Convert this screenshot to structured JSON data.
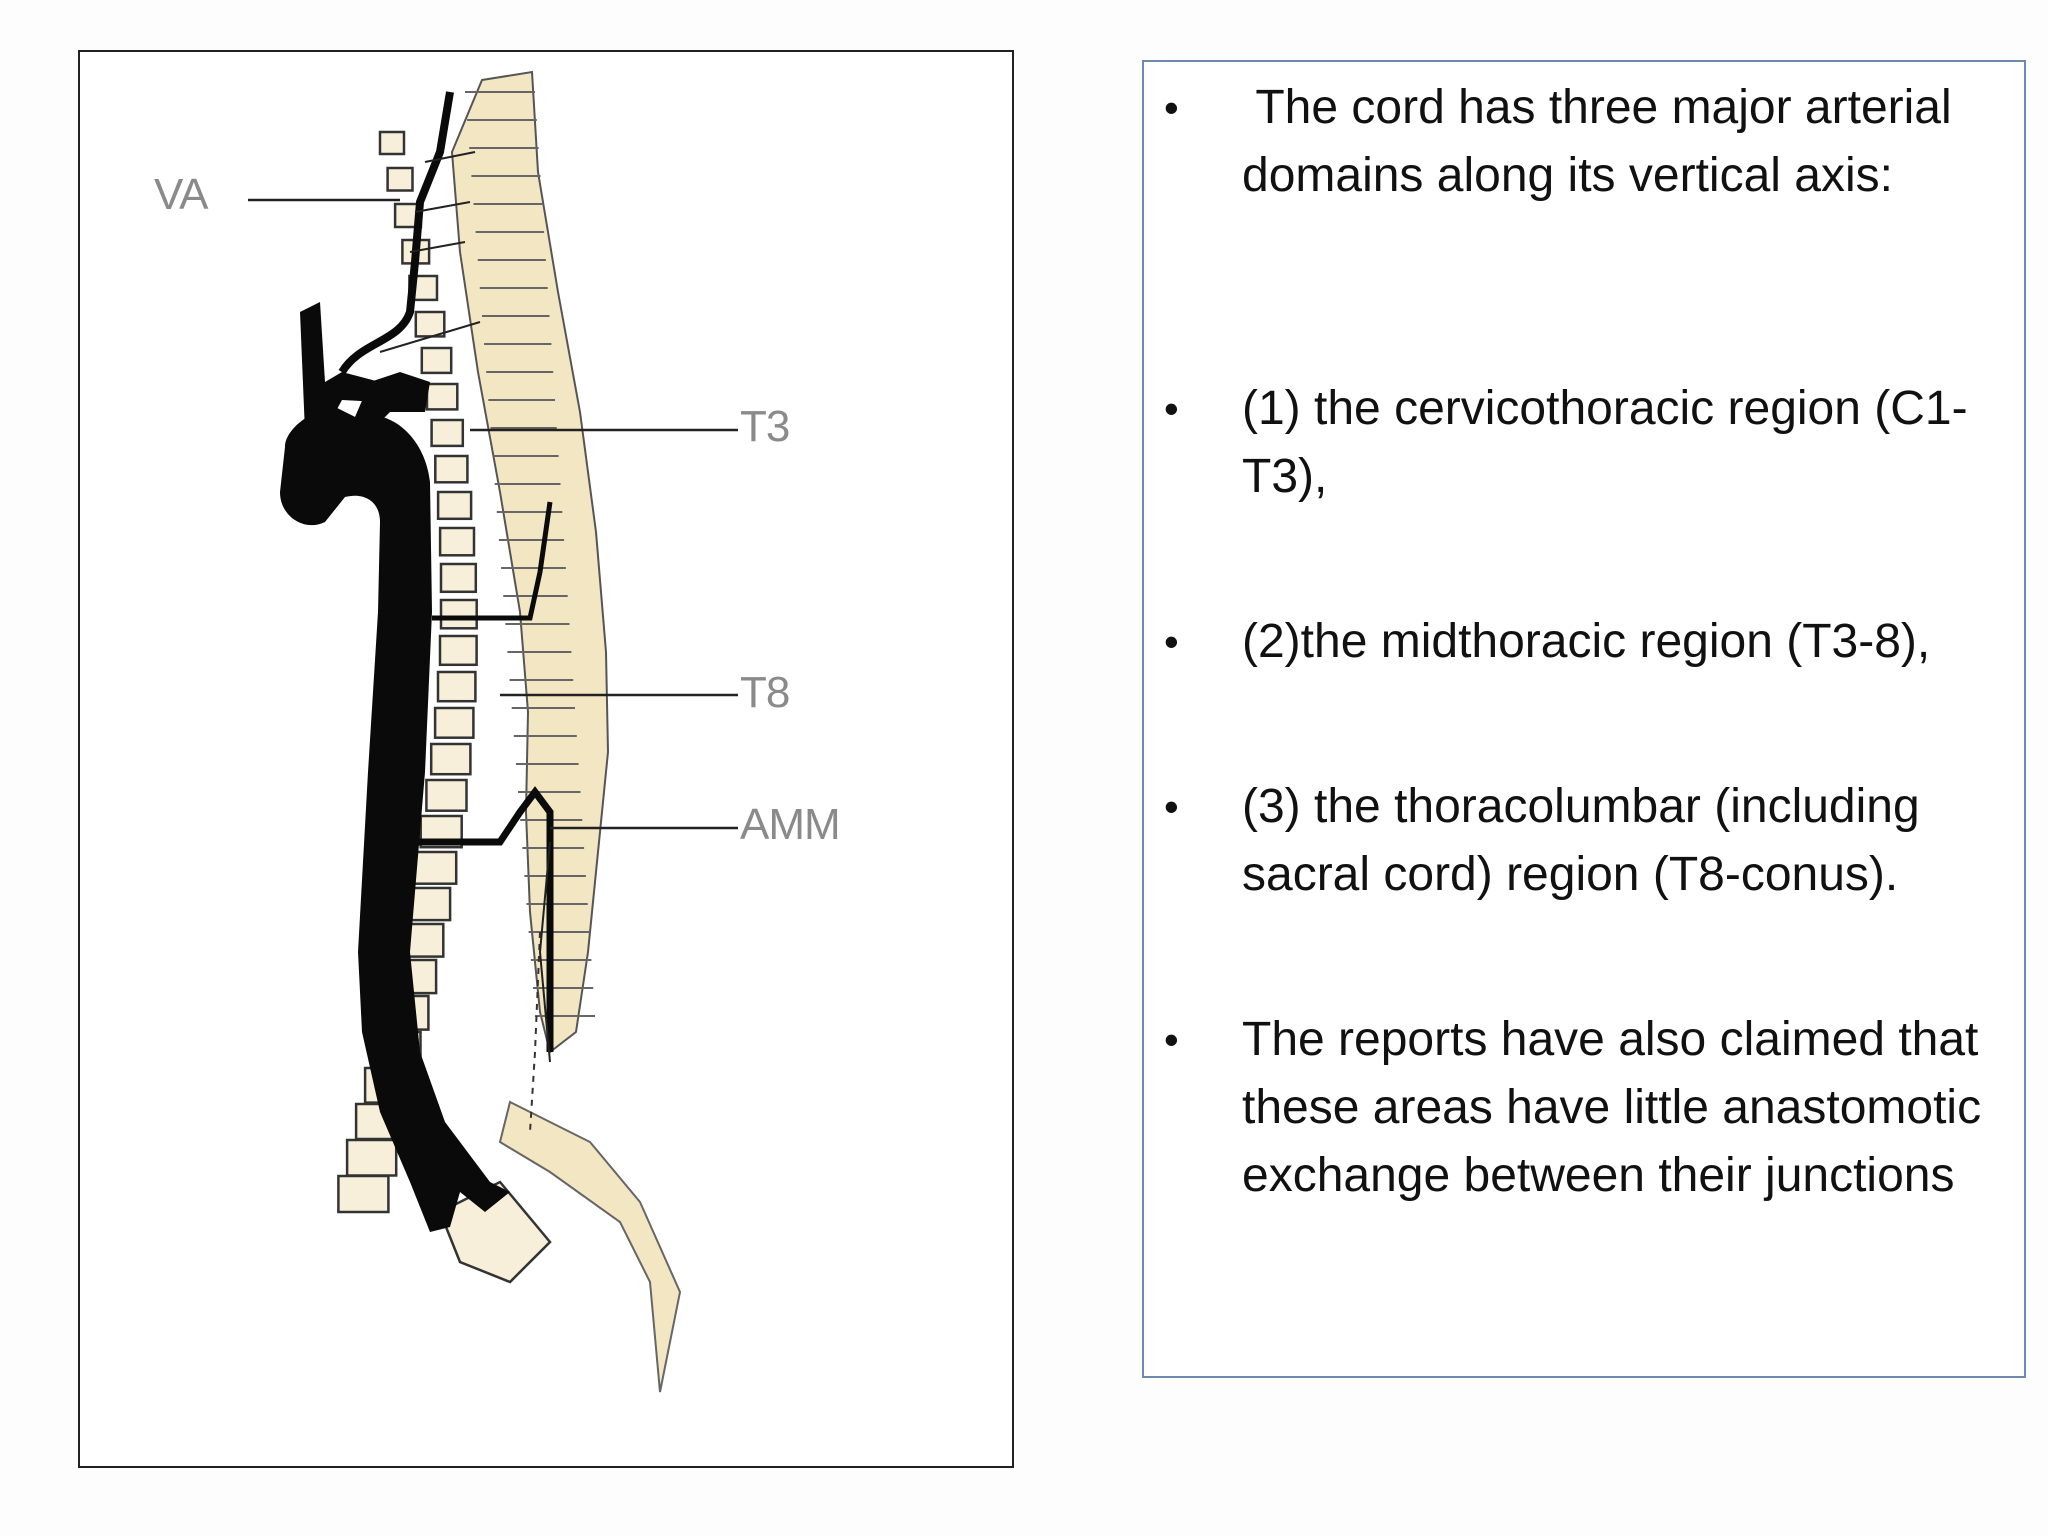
{
  "figure": {
    "labels": {
      "va": "VA",
      "t3": "T3",
      "t8": "T8",
      "amm": "AMM"
    },
    "colors": {
      "vessel": "#0a0a0a",
      "cord": "#f3e6c3",
      "vertebra": "#f7efd9",
      "line": "#222222"
    }
  },
  "bullets": [
    {
      "text": " The cord has three major arterial domains along its vertical axis:"
    },
    {
      "text": "(1) the cervicothoracic region (C1-T3),"
    },
    {
      "text": "(2)the midthoracic region (T3-8),"
    },
    {
      "text": "(3) the thoracolumbar (including sacral cord) region (T8-conus)."
    },
    {
      "text": "The reports have also claimed that these areas have little anastomotic exchange between their junctions"
    }
  ],
  "bullet_symbol": "•"
}
